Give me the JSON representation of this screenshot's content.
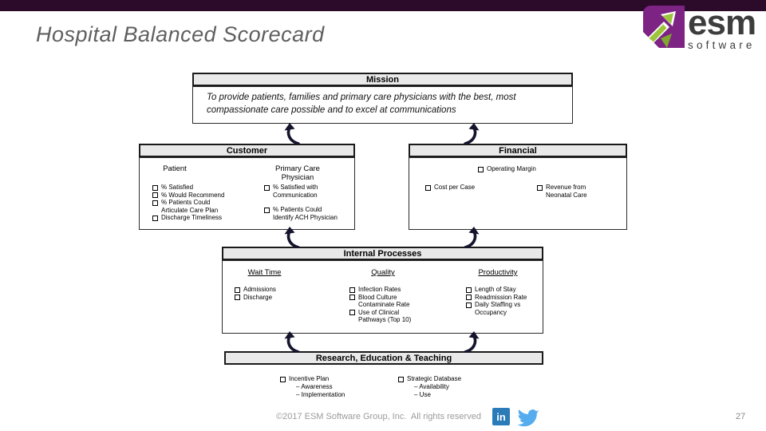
{
  "page": {
    "title": "Hospital Balanced Scorecard",
    "page_number": "27",
    "footer_text": "©2017 ESM Software Group, Inc.  All rights reserved"
  },
  "logo": {
    "name": "esm",
    "sub": "software"
  },
  "mission": {
    "header": "Mission",
    "text": "To provide patients, families and primary care physicians with the best, most compassionate care possible and to excel at communications"
  },
  "customer": {
    "header": "Customer",
    "col1": {
      "title": "Patient",
      "items": [
        "% Satisfied",
        "% Would Recommend",
        "% Patients Could Articulate Care Plan",
        "Discharge Timeliness"
      ]
    },
    "col2": {
      "title": "Primary Care Physician",
      "items": [
        "% Satisfied with Communication",
        "% Patients Could Identify ACH Physician"
      ]
    }
  },
  "financial": {
    "header": "Financial",
    "items": [
      "Operating Margin",
      "Cost per Case",
      "Revenue from Neonatal Care"
    ]
  },
  "internal": {
    "header": "Internal Processes",
    "col1": {
      "title": "Wait Time",
      "items": [
        "Admissions",
        "Discharge"
      ]
    },
    "col2": {
      "title": "Quality",
      "items": [
        "Infection Rates",
        "Blood Culture Contaminate Rate",
        "Use of Clinical Pathways (Top 10)"
      ]
    },
    "col3": {
      "title": "Productivity",
      "items": [
        "Length of Stay",
        "Readmission Rate",
        "Daily Staffing vs Occupancy"
      ]
    }
  },
  "research": {
    "header": "Research, Education & Teaching",
    "col1": {
      "item": "Incentive Plan",
      "subitems": [
        "Awareness",
        "Implementation"
      ]
    },
    "col2": {
      "item": "Strategic Database",
      "subitems": [
        "Availability",
        "Use"
      ]
    }
  },
  "social": {
    "linkedin_label": "in"
  },
  "colors": {
    "topbar": "#2c0a2a",
    "header_fill": "#e9e9e9",
    "arrow": "#14142d",
    "logo_purple": "#7c2383",
    "logo_green": "#9dc43c",
    "linkedin_blue": "#2b7bb9",
    "twitter_blue": "#55acee"
  }
}
